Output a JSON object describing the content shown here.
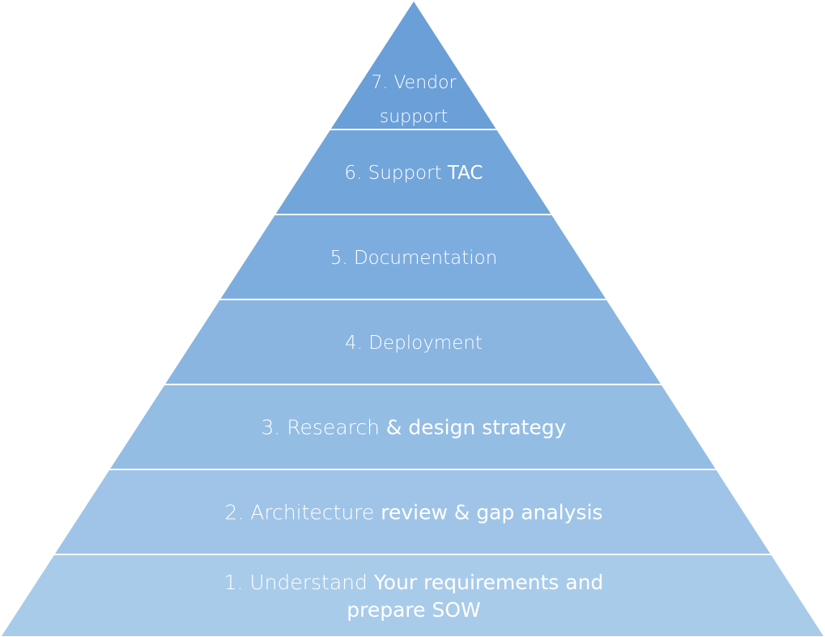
{
  "diagram": {
    "type": "pyramid",
    "levels": [
      {
        "id": "level-7",
        "lines": [
          [
            {
              "text": "7. Vendor",
              "weight": "light"
            }
          ],
          [
            {
              "text": "support",
              "weight": "light"
            }
          ]
        ],
        "color": "#6a9fd8"
      },
      {
        "id": "level-6",
        "lines": [
          [
            {
              "text": "6. Support ",
              "weight": "light"
            },
            {
              "text": "TAC",
              "weight": "regular"
            }
          ]
        ],
        "color": "#72a5da"
      },
      {
        "id": "level-5",
        "lines": [
          [
            {
              "text": "5. Documentation",
              "weight": "light"
            }
          ]
        ],
        "color": "#7dadde"
      },
      {
        "id": "level-4",
        "lines": [
          [
            {
              "text": "4. Deployment",
              "weight": "light"
            }
          ]
        ],
        "color": "#89b5e0"
      },
      {
        "id": "level-3",
        "lines": [
          [
            {
              "text": "3. Research ",
              "weight": "light"
            },
            {
              "text": "& design strategy",
              "weight": "regular"
            }
          ]
        ],
        "color": "#94bde4"
      },
      {
        "id": "level-2",
        "lines": [
          [
            {
              "text": "2. Architecture ",
              "weight": "light"
            },
            {
              "text": "review & gap analysis",
              "weight": "regular"
            }
          ]
        ],
        "color": "#9fc4e7"
      },
      {
        "id": "level-1",
        "lines": [
          [
            {
              "text": "1. Understand ",
              "weight": "light"
            },
            {
              "text": "Your requirements and",
              "weight": "regular"
            }
          ],
          [
            {
              "text": "prepare SOW",
              "weight": "regular"
            }
          ]
        ],
        "color": "#a9cbea"
      }
    ],
    "separator_color": "#ffffff"
  }
}
